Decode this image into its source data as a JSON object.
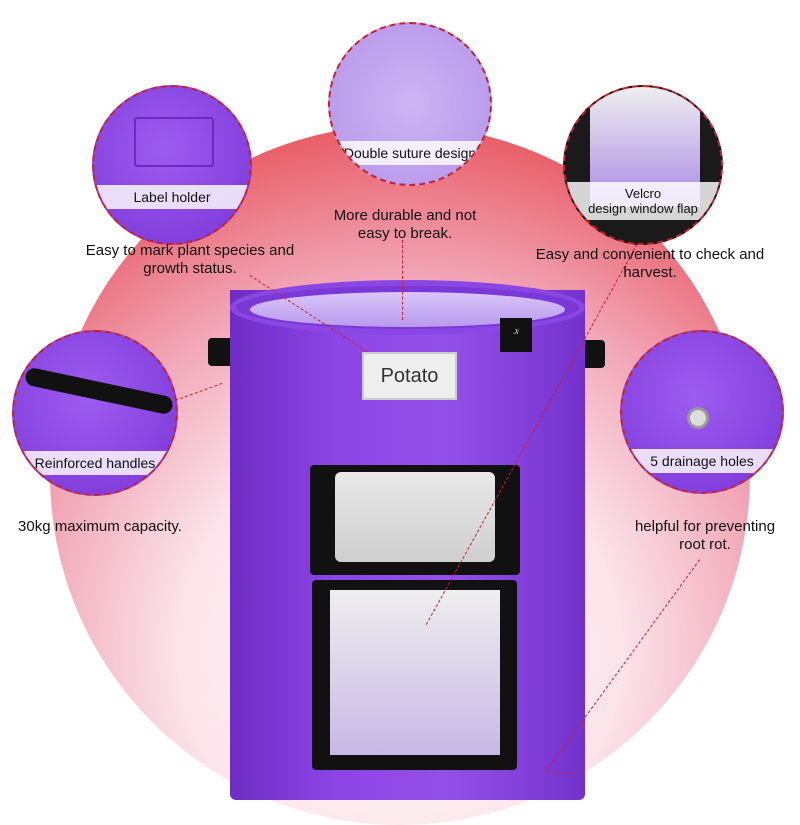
{
  "callouts": {
    "label_holder": {
      "caption": "Label holder",
      "description": "Easy to mark plant species and growth status."
    },
    "double_suture": {
      "caption": "Double suture design",
      "description": "More durable and not easy to break."
    },
    "velcro": {
      "caption_line1": "Velcro",
      "caption_line2": "design window flap",
      "description": "Easy and convenient to check and harvest."
    },
    "handles": {
      "caption": "Reinforced handles",
      "description": "30kg maximum capacity."
    },
    "drainage": {
      "caption": "5 drainage holes",
      "description": "helpful for preventing root rot."
    }
  },
  "product": {
    "tag_text": "Potato",
    "brand_label": "brand"
  },
  "colors": {
    "accent": "#c8202a",
    "bag": "#8c45e6"
  }
}
